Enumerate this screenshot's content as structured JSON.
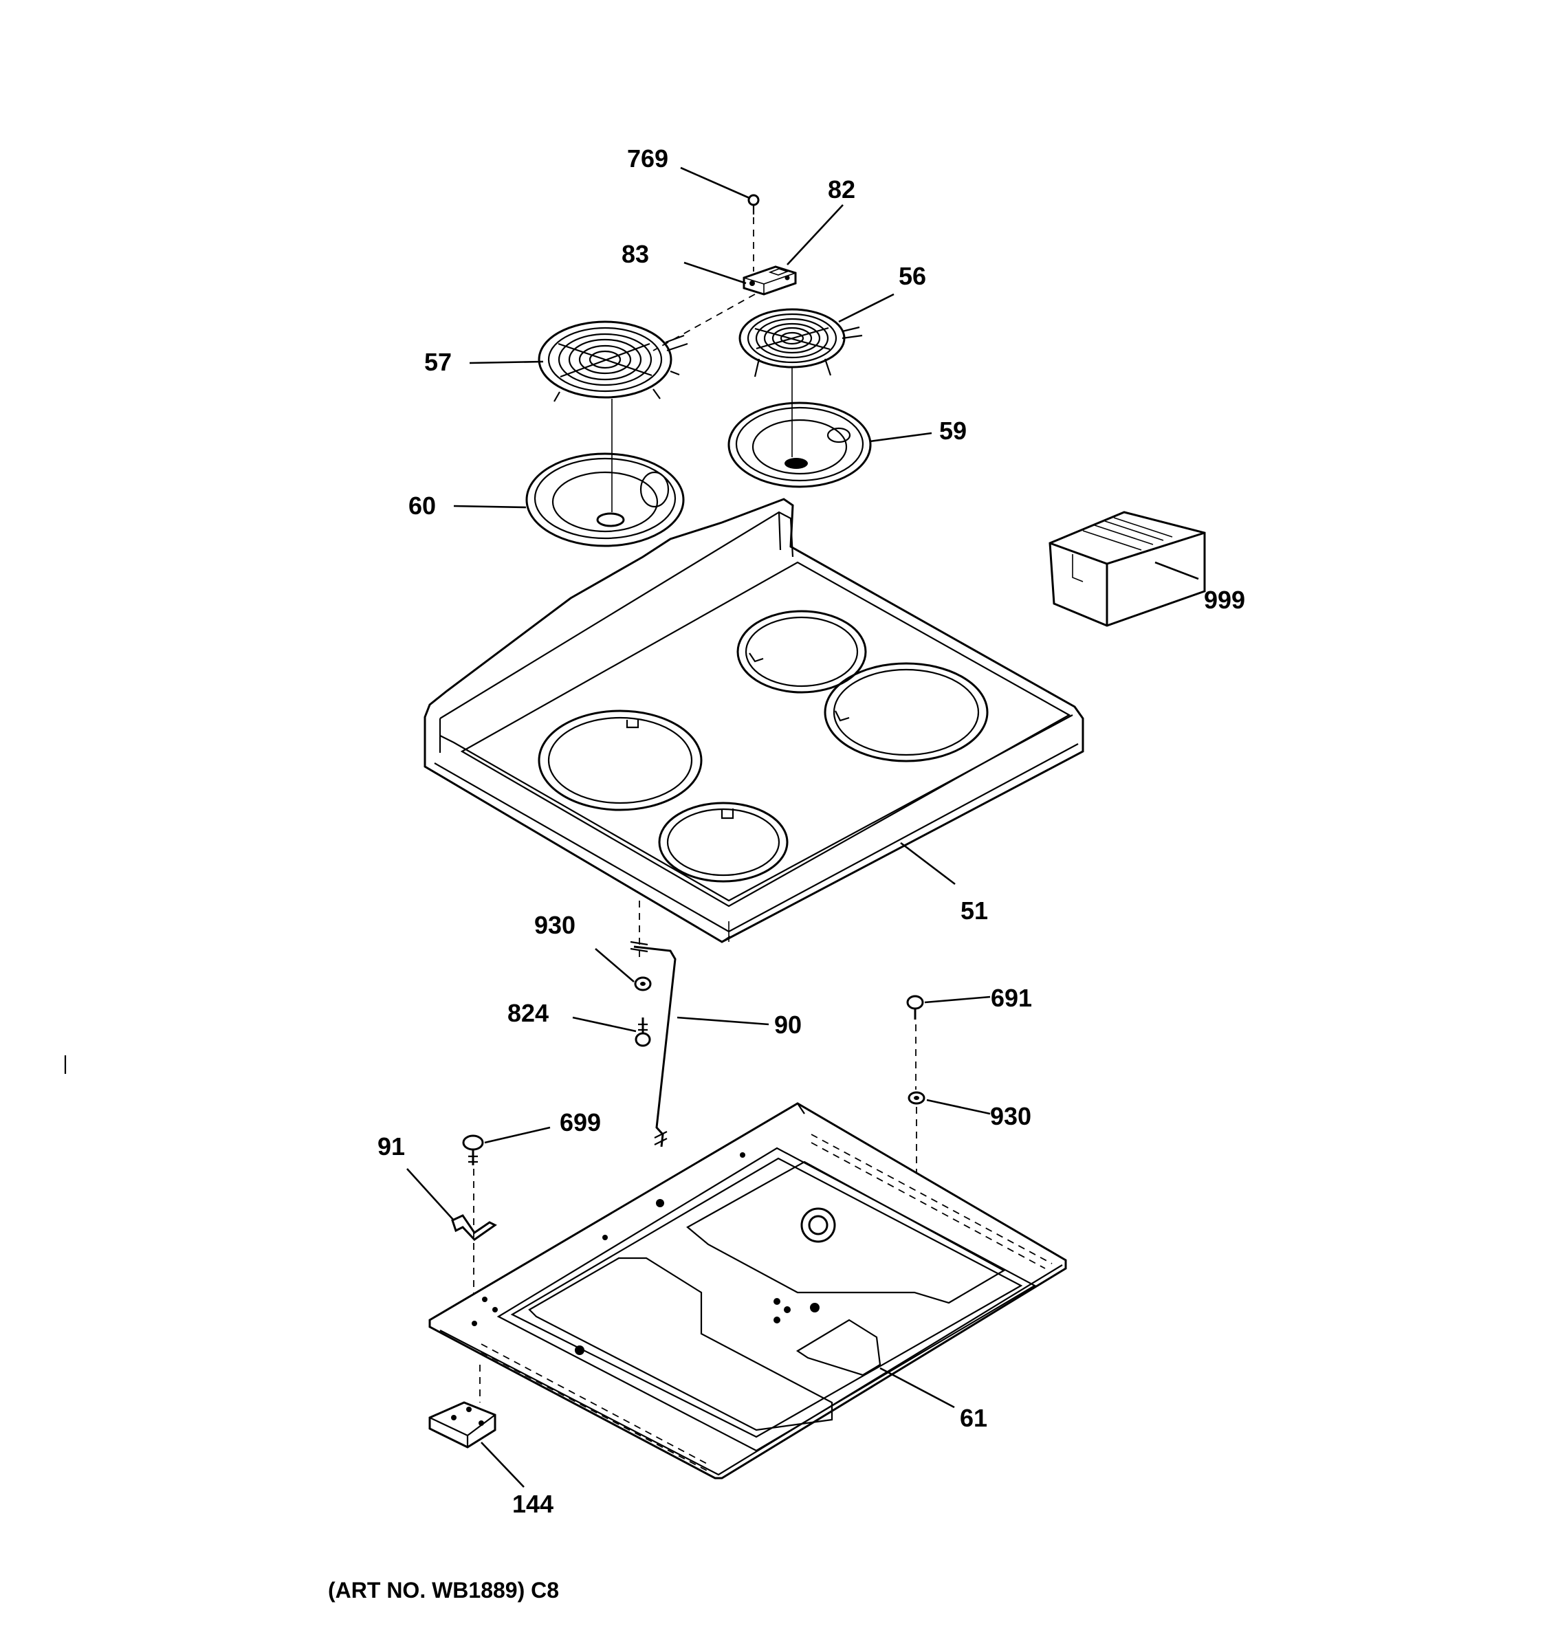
{
  "labels": {
    "p769": "769",
    "p82": "82",
    "p83": "83",
    "p56": "56",
    "p57": "57",
    "p59": "59",
    "p60": "60",
    "p999": "999",
    "p51": "51",
    "p930a": "930",
    "p824": "824",
    "p90": "90",
    "p691": "691",
    "p930b": "930",
    "p699": "699",
    "p91": "91",
    "p61": "61",
    "p144": "144"
  },
  "caption": "(ART NO. WB1889) C8"
}
